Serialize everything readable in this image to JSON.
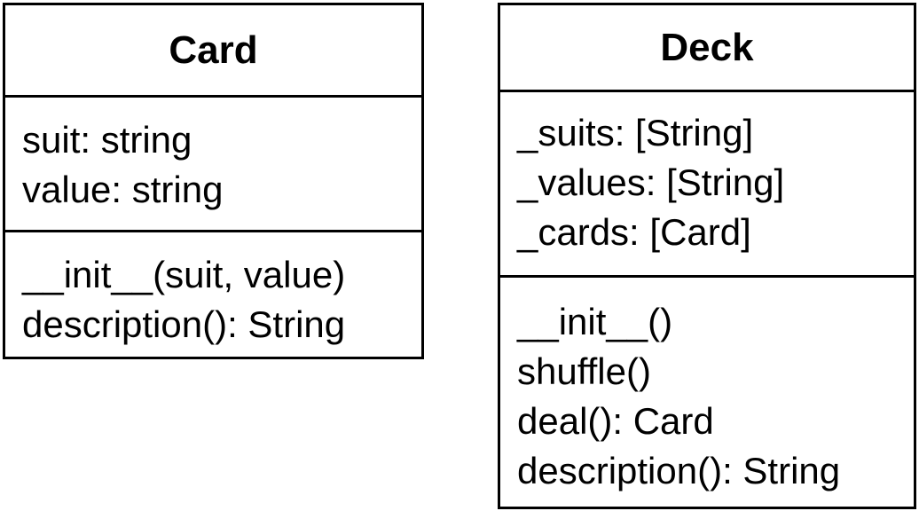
{
  "classes": [
    {
      "name": "Card",
      "attributes": [
        "suit: string",
        "value: string"
      ],
      "methods": [
        "__init__(suit, value)",
        "description(): String"
      ]
    },
    {
      "name": "Deck",
      "attributes": [
        "_suits: [String]",
        "_values: [String]",
        "_cards: [Card]"
      ],
      "methods": [
        "__init__()",
        "shuffle()",
        "deal(): Card",
        "description(): String"
      ]
    }
  ]
}
